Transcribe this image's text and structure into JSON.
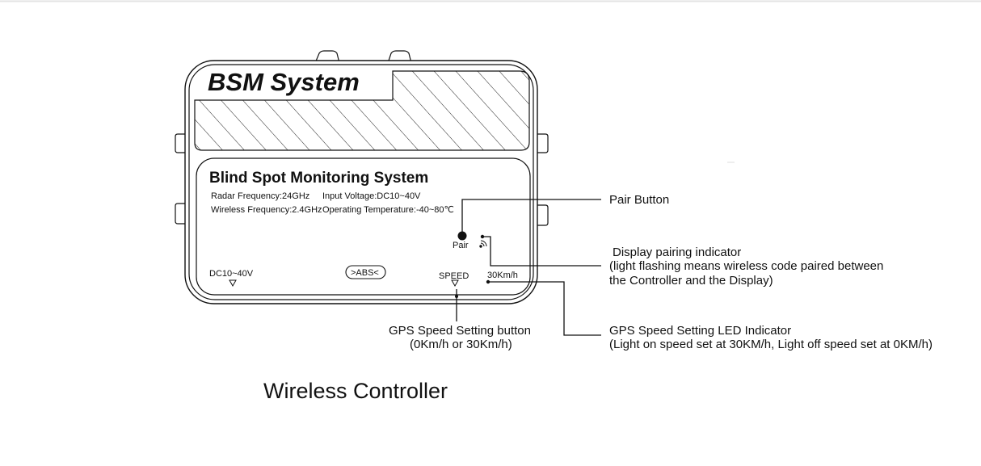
{
  "device": {
    "brand_title": "BSM System",
    "panel_title": "Blind Spot Monitoring System",
    "spec_radar": "Radar Frequency:24GHz",
    "spec_input": "Input Voltage:DC10~40V",
    "spec_wireless": "Wireless Frequency:2.4GHz",
    "spec_temp": "Operating Temperature:-40~80℃",
    "pair_label": "Pair",
    "dc_label": "DC10~40V",
    "abs_label": ">ABS<",
    "speed_label": "SPEED",
    "speed_value_label": "30Km/h"
  },
  "callouts": {
    "pair_button": "Pair Button",
    "pairing_title": "Display pairing indicator",
    "pairing_line2": "(light flashing means wireless code paired between",
    "pairing_line3": "the Controller and the Display)",
    "gps_button_line1": "GPS Speed Setting button",
    "gps_button_line2": "(0Km/h or 30Km/h)",
    "gps_led_line1": "GPS Speed Setting LED Indicator",
    "gps_led_line2": "(Light on speed set at 30KM/h, Light off speed set at 0KM/h)"
  },
  "caption": "Wireless Controller",
  "colors": {
    "line": "#111111",
    "background": "#ffffff"
  },
  "icons": [
    "pair-button-dot",
    "wireless-signal-icon",
    "connector-down-arrow"
  ]
}
